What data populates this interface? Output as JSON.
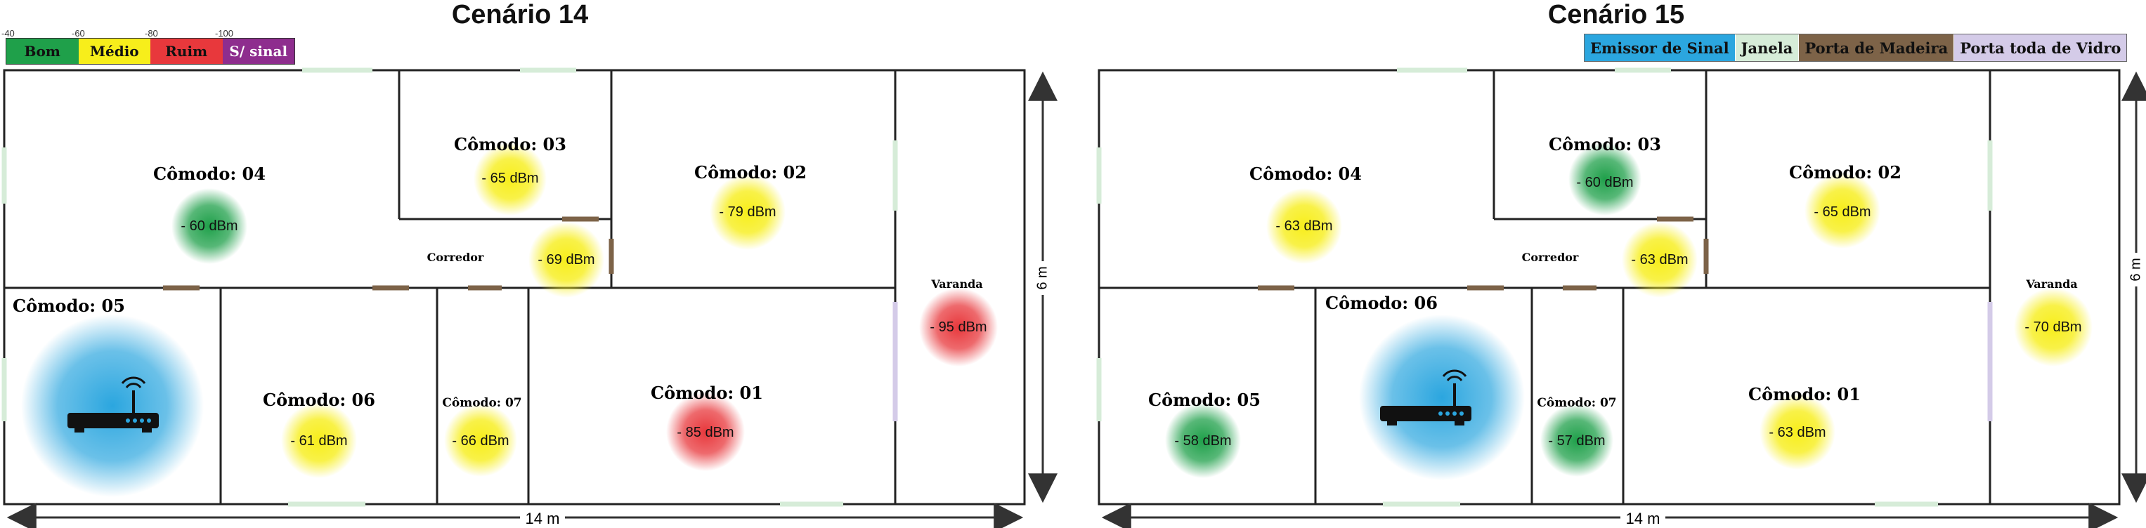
{
  "scale": {
    "ticks": [
      "-40",
      "-60",
      "-80",
      "-100"
    ],
    "levels": [
      {
        "label": "Bom",
        "color": "#1fa04a"
      },
      {
        "label": "Médio",
        "color": "#f7ee1b"
      },
      {
        "label": "Ruim",
        "color": "#e8383c"
      },
      {
        "label": "S/ sinal",
        "color": "#8e2d8e"
      }
    ]
  },
  "legend": [
    {
      "label": "Emissor de Sinal",
      "color": "#2ba6df"
    },
    {
      "label": "Janela",
      "color": "#d6ecd8"
    },
    {
      "label": "Porta de Madeira",
      "color": "#7d6348"
    },
    {
      "label": "Porta toda de Vidro",
      "color": "#d4cbe8"
    }
  ],
  "dimensions": {
    "width_label": "14 m",
    "height_label": "6 m"
  },
  "colors": {
    "good": "#1fa04a",
    "medium": "#f7ee1b",
    "bad": "#e8383c",
    "router": "#2ba6df",
    "window": "#d6ecd8",
    "door": "#7d6348",
    "glass_door": "#d4cbe8"
  },
  "scenarios": [
    {
      "title": "Cenário 14",
      "router_room": "Cômodo: 05",
      "rooms": [
        {
          "name": "Cômodo: 04",
          "signal": "- 60 dBm",
          "level": "good"
        },
        {
          "name": "Cômodo: 03",
          "signal": "- 65 dBm",
          "level": "medium"
        },
        {
          "name": "Cômodo: 02",
          "signal": "- 79 dBm",
          "level": "medium"
        },
        {
          "name": "Corredor",
          "signal": "- 69 dBm",
          "level": "medium"
        },
        {
          "name": "Varanda",
          "signal": "- 95 dBm",
          "level": "bad"
        },
        {
          "name": "Cômodo: 05",
          "signal": "",
          "level": "router"
        },
        {
          "name": "Cômodo: 06",
          "signal": "- 61 dBm",
          "level": "medium"
        },
        {
          "name": "Cômodo: 07",
          "signal": "- 66 dBm",
          "level": "medium"
        },
        {
          "name": "Cômodo: 01",
          "signal": "- 85 dBm",
          "level": "bad"
        }
      ]
    },
    {
      "title": "Cenário 15",
      "router_room": "Cômodo: 06",
      "rooms": [
        {
          "name": "Cômodo: 04",
          "signal": "- 63 dBm",
          "level": "medium"
        },
        {
          "name": "Cômodo: 03",
          "signal": "- 60 dBm",
          "level": "good"
        },
        {
          "name": "Cômodo: 02",
          "signal": "- 65 dBm",
          "level": "medium"
        },
        {
          "name": "Corredor",
          "signal": "- 63 dBm",
          "level": "medium"
        },
        {
          "name": "Varanda",
          "signal": "- 70 dBm",
          "level": "medium"
        },
        {
          "name": "Cômodo: 05",
          "signal": "- 58 dBm",
          "level": "good"
        },
        {
          "name": "Cômodo: 06",
          "signal": "",
          "level": "router"
        },
        {
          "name": "Cômodo: 07",
          "signal": "- 57 dBm",
          "level": "good"
        },
        {
          "name": "Cômodo: 01",
          "signal": "- 63 dBm",
          "level": "medium"
        }
      ]
    }
  ]
}
